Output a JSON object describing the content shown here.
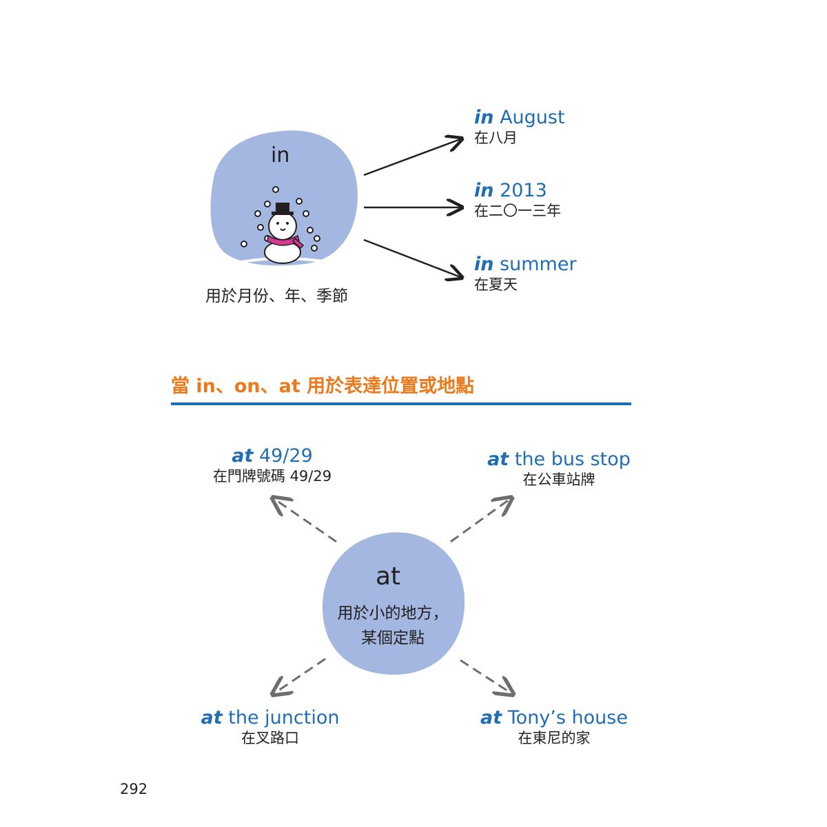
{
  "section_in": {
    "bubble_word": "in",
    "caption": "用於月份、年、季節",
    "items": [
      {
        "prep": "in",
        "phrase": "August",
        "translation": "在八月"
      },
      {
        "prep": "in",
        "phrase": "2013",
        "translation": "在二〇一三年"
      },
      {
        "prep": "in",
        "phrase": "summer",
        "translation": "在夏天"
      }
    ]
  },
  "heading": "當 in、on、at 用於表達位置或地點",
  "section_at": {
    "bubble_word": "at",
    "bubble_line1": "用於小的地方，",
    "bubble_line2": "某個定點",
    "top_left": {
      "prep": "at",
      "phrase": "49/29",
      "translation": "在門牌號碼 49/29"
    },
    "top_right": {
      "prep": "at",
      "phrase": "the bus stop",
      "translation": "在公車站牌"
    },
    "bottom_left": {
      "prep": "at",
      "phrase": "the junction",
      "translation": "在叉路口"
    },
    "bottom_right": {
      "prep": "at",
      "phrase": "Tony’s house",
      "translation": "在東尼的家"
    }
  },
  "page_number": "292",
  "colors": {
    "blue": "#1f6db5",
    "orange": "#ec7a1c",
    "bubble": "#a3b7e0"
  },
  "icons": [
    "snowman-icon",
    "snowflake-icon",
    "arrow-icon"
  ]
}
